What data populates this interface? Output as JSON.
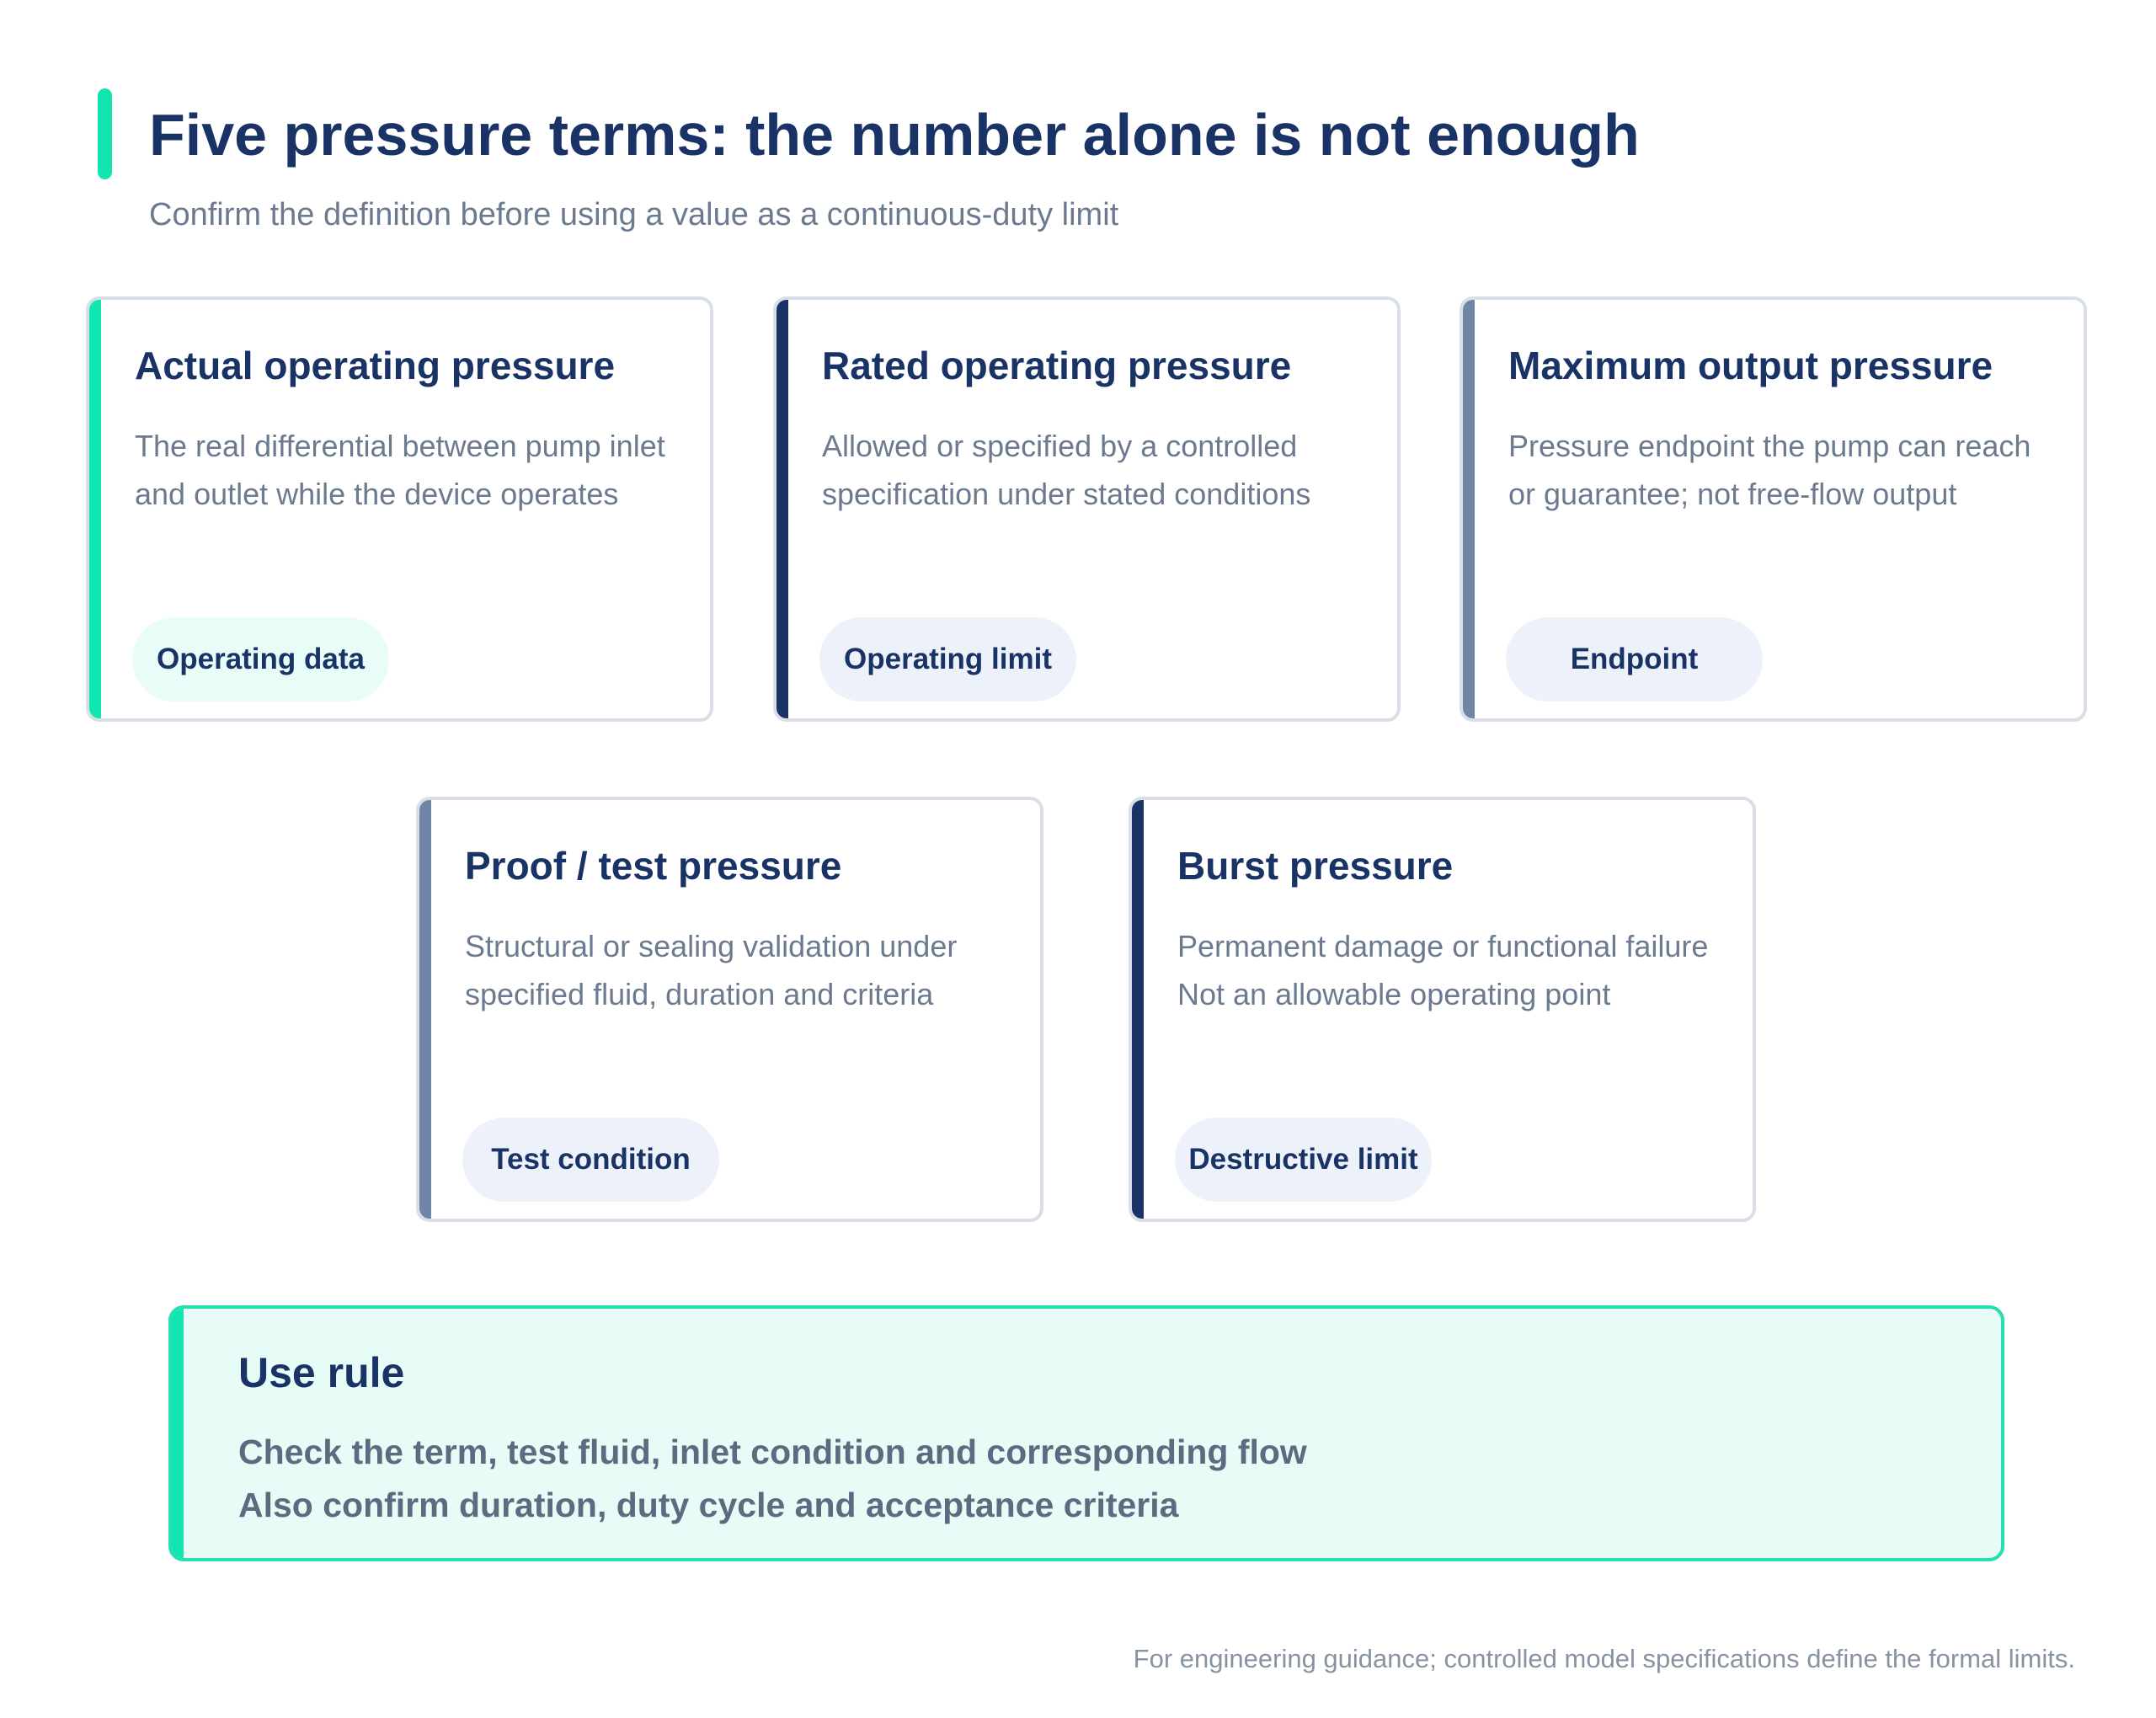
{
  "header": {
    "title": "Five pressure terms: the number alone is not enough",
    "subtitle": "Confirm the definition before using a value as a continuous-duty limit"
  },
  "colors": {
    "navy": "#1a3366",
    "teal": "#12e6b0",
    "slate": "#7086a6",
    "muted_text": "#6b7a8f",
    "pill_teal_bg": "#e8fcf8",
    "pill_blue_bg": "#edf2fa"
  },
  "cards": [
    {
      "title": "Actual operating pressure",
      "desc": [
        "The real differential between pump inlet",
        "and outlet while the device operates"
      ],
      "tag": "Operating data"
    },
    {
      "title": "Rated operating pressure",
      "desc": [
        "Allowed or specified by a controlled",
        "specification under stated conditions"
      ],
      "tag": "Operating limit"
    },
    {
      "title": "Maximum output pressure",
      "desc": [
        "Pressure endpoint the pump can reach",
        "or guarantee; not free-flow output"
      ],
      "tag": "Endpoint"
    },
    {
      "title": "Proof / test pressure",
      "desc": [
        "Structural or sealing validation under",
        "specified fluid, duration and criteria"
      ],
      "tag": "Test condition"
    },
    {
      "title": "Burst pressure",
      "desc": [
        "Permanent damage or functional failure",
        "Not an allowable operating point"
      ],
      "tag": "Destructive limit"
    }
  ],
  "use_rule": {
    "title": "Use rule",
    "lines": [
      "Check the term, test fluid, inlet condition and corresponding flow",
      "Also confirm duration, duty cycle and acceptance criteria"
    ]
  },
  "footer": "For engineering guidance; controlled model specifications define the formal limits."
}
